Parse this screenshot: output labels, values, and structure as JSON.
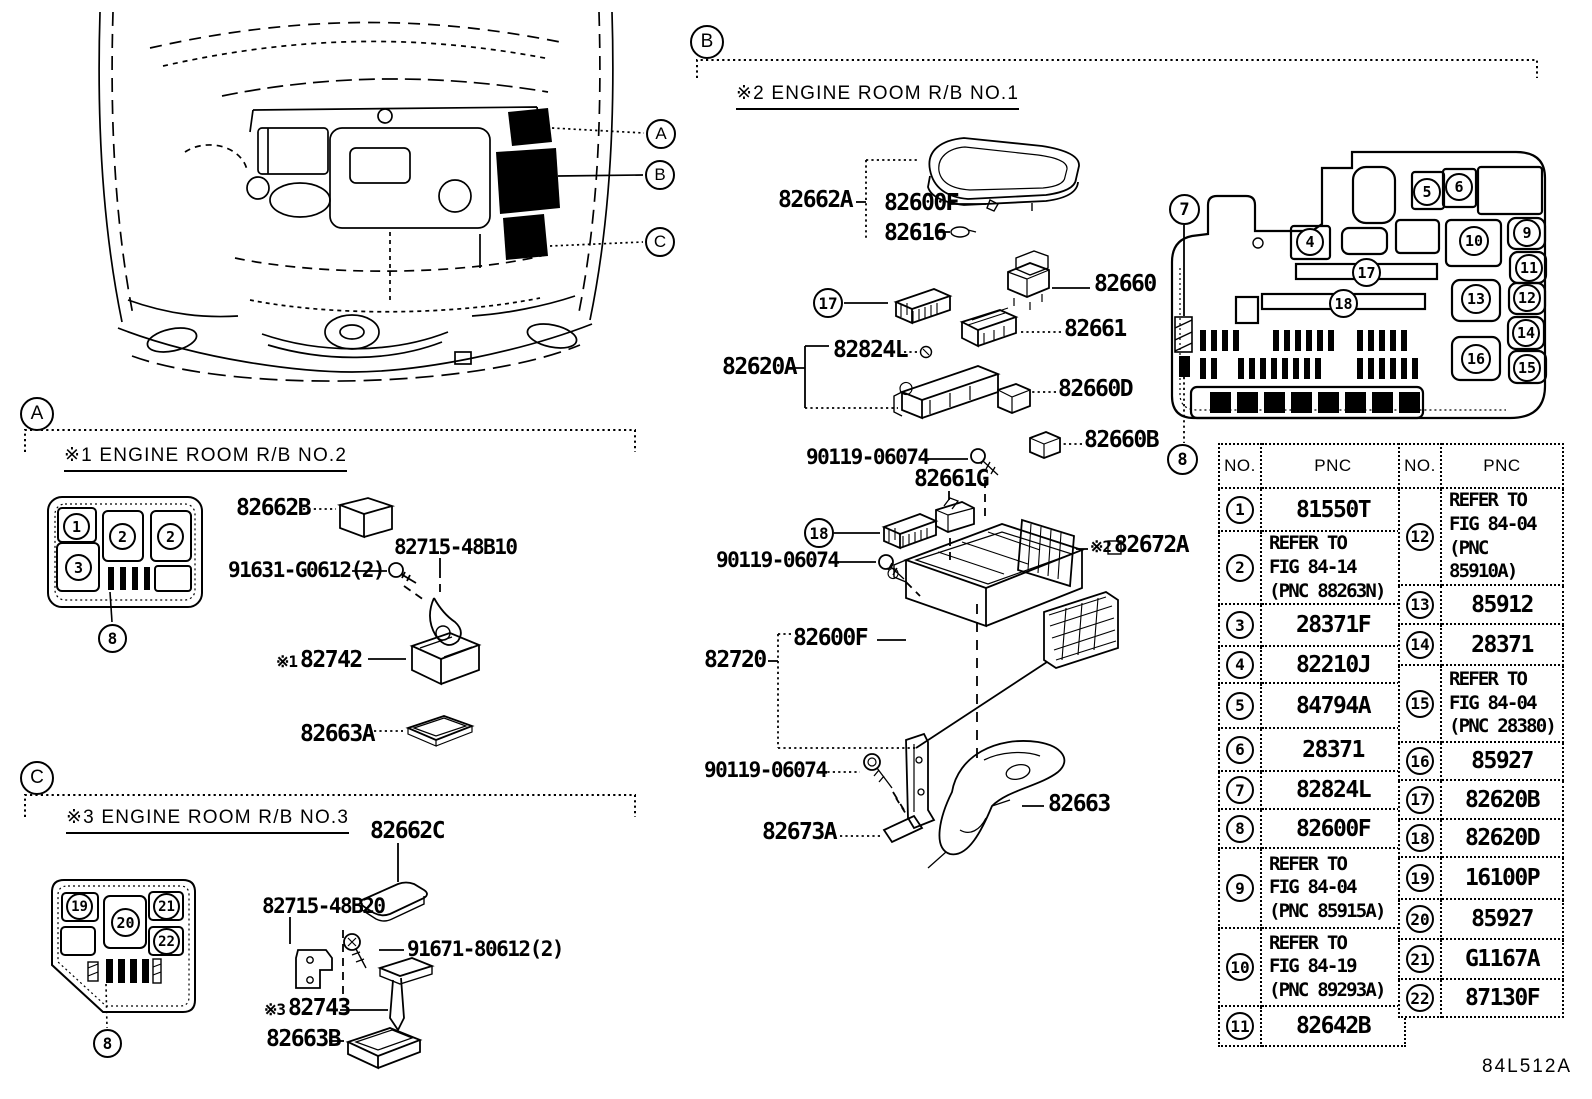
{
  "doc": {
    "code": "84L512A"
  },
  "colors": {
    "ink": "#000000",
    "paper": "#ffffff"
  },
  "overview": {
    "callouts": [
      "A",
      "B",
      "C"
    ]
  },
  "sections": {
    "a": {
      "callout": "A",
      "title": "※1 ENGINE ROOM R/B NO.2",
      "slots": [
        "1",
        "2",
        "2",
        "3"
      ],
      "panel_leader": "8",
      "relay": "82662B",
      "screw": "91631-G0612(2)",
      "clip": "82715-48B10",
      "block_prefix": "※1",
      "block": "82742",
      "tray": "82663A"
    },
    "b": {
      "callout": "B",
      "title": "※2 ENGINE ROOM R/B NO.1",
      "cover_assy": "82662A",
      "cover": "82600F",
      "clip": "82616",
      "relay": "82660",
      "fuse_block": "82661",
      "screw": "82824L",
      "junction": "82620A",
      "relay_d": "82660D",
      "relay_b": "82660B",
      "bolt_1": "90119-06074",
      "connector": "82661G",
      "bolt_2": "90119-06074",
      "side_cover_prefix": "※2",
      "side_cover": "82672A",
      "lower_cover": "82600F",
      "holder": "82720",
      "bolt_3": "90119-06074",
      "protector": "82663",
      "bracket": "82673A",
      "circle_17": "17",
      "circle_18": "18",
      "circle_7": "7",
      "circle_8": "8"
    },
    "c": {
      "callout": "C",
      "title": "※3 ENGINE ROOM R/B NO.3",
      "slots": [
        "19",
        "20",
        "21",
        "22"
      ],
      "panel_leader": "8",
      "cover": "82662C",
      "bracket": "82715-48B20",
      "bolt": "91671-80612(2)",
      "block_prefix": "※3",
      "block": "82743",
      "tray": "82663B"
    }
  },
  "fusebox": {
    "circles": [
      "4",
      "5",
      "6",
      "9",
      "10",
      "11",
      "12",
      "13",
      "14",
      "15",
      "16",
      "17",
      "18"
    ]
  },
  "table": {
    "headers": [
      "NO.",
      "PNC",
      "NO.",
      "PNC"
    ],
    "left": [
      {
        "no": "1",
        "pnc": "81550T"
      },
      {
        "no": "2",
        "pnc": "REFER TO\nFIG 84-14\n(PNC 88263N)"
      },
      {
        "no": "3",
        "pnc": "28371F"
      },
      {
        "no": "4",
        "pnc": "82210J"
      },
      {
        "no": "5",
        "pnc": "84794A"
      },
      {
        "no": "6",
        "pnc": "28371"
      },
      {
        "no": "7",
        "pnc": "82824L"
      },
      {
        "no": "8",
        "pnc": "82600F"
      },
      {
        "no": "9",
        "pnc": "REFER TO\nFIG 84-04\n(PNC 85915A)"
      },
      {
        "no": "10",
        "pnc": "REFER TO\nFIG 84-19\n(PNC 89293A)"
      },
      {
        "no": "11",
        "pnc": "82642B"
      }
    ],
    "right": [
      {
        "no": "12",
        "pnc": "REFER TO\nFIG 84-04\n(PNC 85910A)"
      },
      {
        "no": "13",
        "pnc": "85912"
      },
      {
        "no": "14",
        "pnc": "28371"
      },
      {
        "no": "15",
        "pnc": "REFER TO\nFIG 84-04\n(PNC 28380)"
      },
      {
        "no": "16",
        "pnc": "85927"
      },
      {
        "no": "17",
        "pnc": "82620B"
      },
      {
        "no": "18",
        "pnc": "82620D"
      },
      {
        "no": "19",
        "pnc": "16100P"
      },
      {
        "no": "20",
        "pnc": "85927"
      },
      {
        "no": "21",
        "pnc": "G1167A"
      },
      {
        "no": "22",
        "pnc": "87130F"
      }
    ]
  }
}
